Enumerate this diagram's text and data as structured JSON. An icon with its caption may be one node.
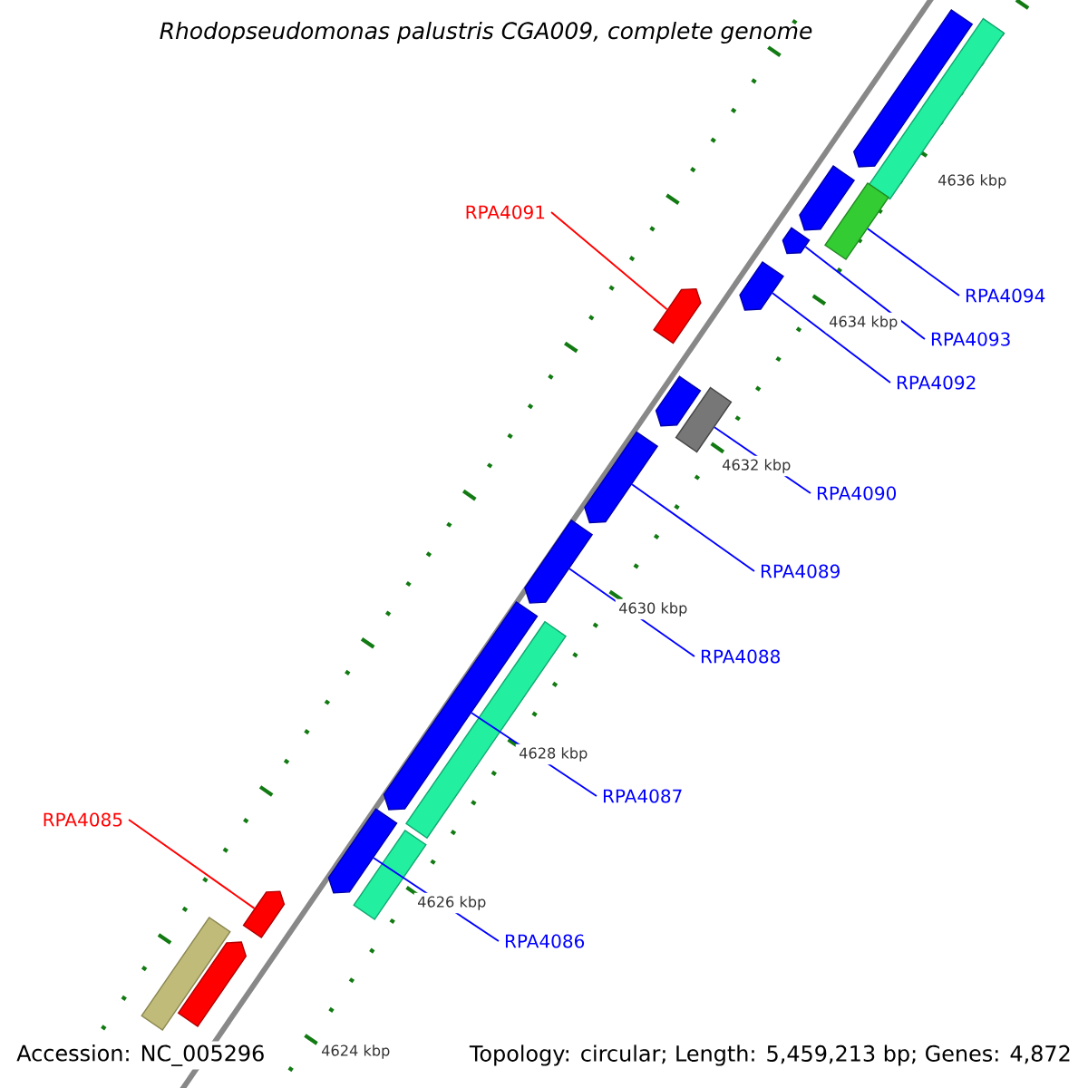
{
  "diagram": {
    "title": "Rhodopseudomonas palustris CGA009, complete genome",
    "nodes": [
      {
        "text": [
          "RPA4091"
        ]
      },
      {
        "text": [
          "RPA4094"
        ]
      },
      {
        "text": [
          "RPA4093"
        ]
      },
      {
        "text": [
          "RPA4092"
        ]
      },
      {
        "text": [
          "RPA4090"
        ]
      },
      {
        "text": [
          "RPA4089"
        ]
      },
      {
        "text": [
          "RPA4088"
        ]
      },
      {
        "text": [
          "RPA4087"
        ]
      },
      {
        "text": [
          "RPA4085"
        ]
      },
      {
        "text": [
          "RPA4086"
        ]
      },
      {
        "text": [],
        "shape": "arrow"
      },
      {
        "text": [],
        "shape": "bar"
      },
      {
        "text": [],
        "shape": "arrow"
      },
      {
        "text": [],
        "shape": "bar"
      },
      {
        "text": [],
        "shape": "arrow"
      },
      {
        "text": [],
        "shape": "arrow"
      },
      {
        "text": [],
        "shape": "arrow"
      },
      {
        "text": [],
        "shape": "arrow"
      },
      {
        "text": [],
        "shape": "bar"
      },
      {
        "text": [],
        "shape": "arrow"
      },
      {
        "text": [],
        "shape": "arrow"
      },
      {
        "text": [],
        "shape": "arrow"
      },
      {
        "text": [],
        "shape": "bar"
      },
      {
        "text": [],
        "shape": "arrow"
      },
      {
        "text": [],
        "shape": "bar"
      },
      {
        "text": [],
        "shape": "arrow"
      },
      {
        "text": [],
        "shape": "bar"
      },
      {
        "text": [],
        "shape": "arrow"
      }
    ],
    "edges": [
      {
        "from": 0,
        "to": 15,
        "arrow": "none",
        "color": "#ff0000"
      },
      {
        "from": 1,
        "to": 13,
        "arrow": "none"
      },
      {
        "from": 2,
        "to": 14,
        "arrow": "none"
      },
      {
        "from": 3,
        "to": 16,
        "arrow": "none"
      },
      {
        "from": 4,
        "to": 18,
        "arrow": "none"
      },
      {
        "from": 5,
        "to": 19,
        "arrow": "none"
      },
      {
        "from": 6,
        "to": 20,
        "arrow": "none"
      },
      {
        "from": 7,
        "to": 21,
        "arrow": "none"
      },
      {
        "from": 8,
        "to": 25,
        "arrow": "none",
        "color": "#ff0000"
      },
      {
        "from": 9,
        "to": 23,
        "arrow": "none"
      }
    ],
    "labels": [
      "4636 kbp",
      "4634 kbp",
      "4632 kbp",
      "4630 kbp",
      "4628 kbp",
      "4626 kbp",
      "Accession: NC_005296",
      "4624 kbp",
      "Topology: circular; Length: 5,459,213 bp; Genes: 4,872"
    ]
  }
}
